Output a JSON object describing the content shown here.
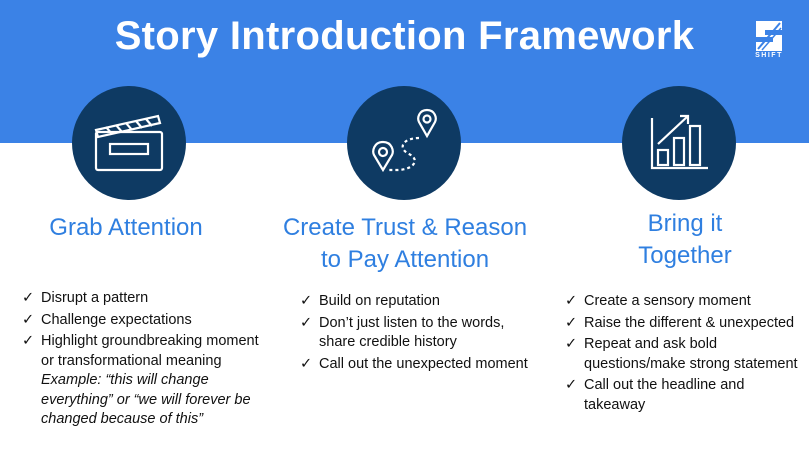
{
  "title": "Story Introduction Framework",
  "logo": {
    "text": "SHIFT",
    "icon": "shift-s-logo-icon"
  },
  "colors": {
    "banner": "#3b82e6",
    "circle": "#0e3a63",
    "heading": "#2f7fe0"
  },
  "check_symbol": "✓",
  "columns": [
    {
      "icon": "clapperboard-icon",
      "heading_lines": [
        "Grab Attention"
      ],
      "items": [
        {
          "text": "Disrupt a pattern"
        },
        {
          "text": "Challenge expectations"
        },
        {
          "text": "Highlight groundbreaking moment or transformational meaning",
          "example": "Example: “this will change everything” or “we will forever be changed because of this”"
        }
      ]
    },
    {
      "icon": "route-map-pins-icon",
      "heading_lines": [
        "Create Trust & Reason",
        "to Pay Attention"
      ],
      "items": [
        {
          "text": "Build on reputation"
        },
        {
          "text": "Don’t just listen to the words, share credible history"
        },
        {
          "text": "Call out the unexpected moment"
        }
      ]
    },
    {
      "icon": "growth-chart-icon",
      "heading_lines": [
        "Bring it",
        "Together"
      ],
      "items": [
        {
          "text": "Create a sensory moment"
        },
        {
          "text": "Raise the different & unexpected"
        },
        {
          "text": "Repeat and ask bold questions/make strong statement"
        },
        {
          "text": "Call out the headline and takeaway"
        }
      ]
    }
  ]
}
